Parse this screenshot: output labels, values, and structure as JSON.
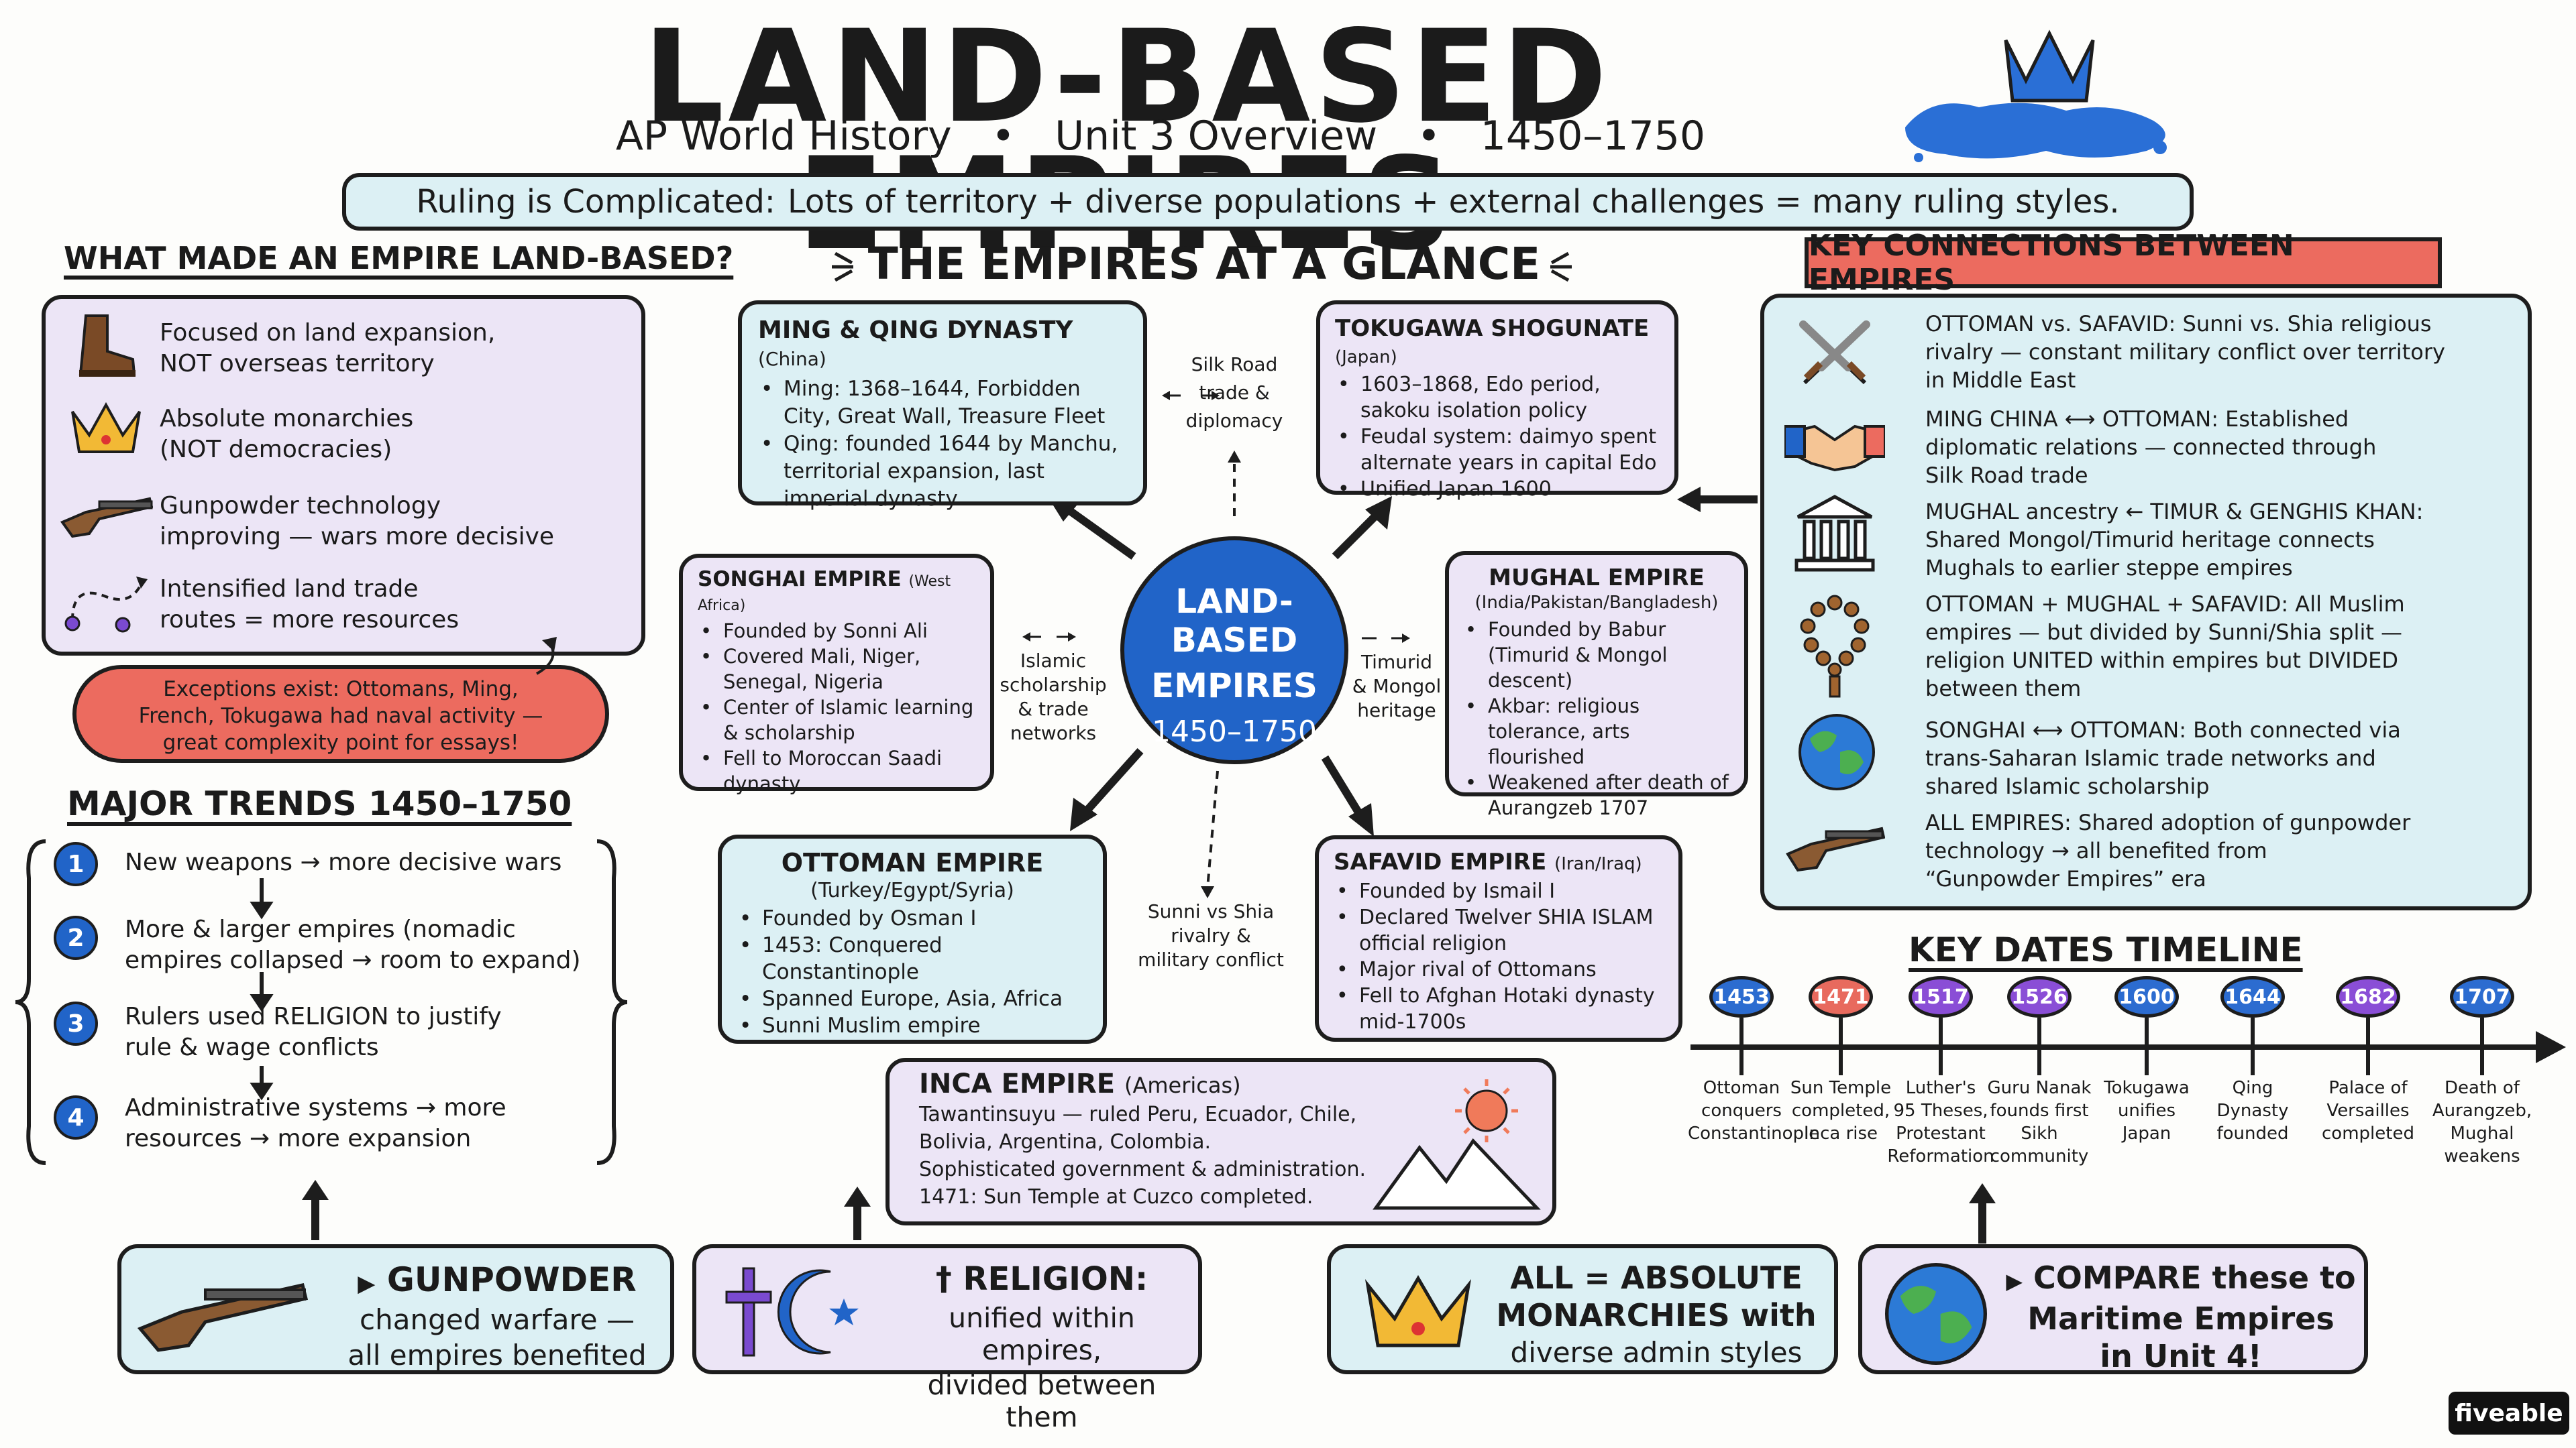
{
  "header": {
    "title": "LAND-BASED EMPIRES",
    "subtitle_course": "AP World History",
    "subtitle_unit": "Unit 3 Overview",
    "subtitle_dates": "1450–1750",
    "subtitle_sep": "•",
    "banner_label": "Ruling is Complicated:",
    "banner_text": "Lots of territory + diverse populations + external challenges = many ruling styles."
  },
  "land_based": {
    "heading": "WHAT MADE AN EMPIRE LAND-BASED?",
    "items": [
      {
        "icon": "boot-icon",
        "line1": "Focused on land expansion,",
        "line2": "NOT overseas territory"
      },
      {
        "icon": "crown-icon",
        "line1": "Absolute monarchies",
        "line2": "(NOT democracies)"
      },
      {
        "icon": "musket-icon",
        "line1": "Gunpowder technology",
        "line2": "improving — wars more decisive"
      },
      {
        "icon": "route-icon",
        "line1": "Intensified land trade",
        "line2": "routes = more resources"
      }
    ],
    "exception_line1": "Exceptions exist: Ottomans, Ming,",
    "exception_line2": "French, Tokugawa had naval activity —",
    "exception_line3": "great complexity point for essays!"
  },
  "trends": {
    "heading": "MAJOR TRENDS 1450–1750",
    "items": [
      {
        "num": "1",
        "line1": "New weapons → more decisive wars",
        "line2": ""
      },
      {
        "num": "2",
        "line1": "More & larger empires (nomadic",
        "line2": "empires collapsed → room to expand)"
      },
      {
        "num": "3",
        "line1": "Rulers used RELIGION to justify",
        "line2": "rule & wage conflicts"
      },
      {
        "num": "4",
        "line1": "Administrative systems → more",
        "line2": "resources → more expansion"
      }
    ]
  },
  "glance": {
    "heading": "THE EMPIRES AT A GLANCE",
    "center_line1": "LAND-BASED",
    "center_line2": "EMPIRES",
    "center_line3": "1450–1750",
    "ming": {
      "name": "MING & QING DYNASTY",
      "region": "(China)",
      "bullets": [
        "Ming: 1368–1644, Forbidden City, Great Wall, Treasure Fleet",
        "Qing: founded 1644 by Manchu, territorial expansion, last imperial dynasty"
      ]
    },
    "tokugawa": {
      "name": "TOKUGAWA SHOGUNATE",
      "region": "(Japan)",
      "bullets": [
        "1603–1868, Edo period, sakoku isolation policy",
        "Feudal system: daimyo spent alternate years in capital Edo",
        "Unified Japan 1600"
      ]
    },
    "songhai": {
      "name": "SONGHAI EMPIRE",
      "region": "(West Africa)",
      "bullets": [
        "Founded by Sonni Ali",
        "Covered Mali, Niger, Senegal, Nigeria",
        "Center of Islamic learning & scholarship",
        "Fell to Moroccan Saadi dynasty"
      ]
    },
    "mughal": {
      "name": "MUGHAL EMPIRE",
      "region": "(India/Pakistan/Bangladesh)",
      "bullets": [
        "Founded by Babur (Timurid & Mongol descent)",
        "Akbar: religious tolerance, arts flourished",
        "Weakened after death of Aurangzeb 1707"
      ]
    },
    "ottoman": {
      "name": "OTTOMAN EMPIRE",
      "region": "(Turkey/Egypt/Syria)",
      "bullets": [
        "Founded by Osman I",
        "1453: Conquered Constantinople",
        "Spanned Europe, Asia, Africa",
        "Sunni Muslim empire"
      ]
    },
    "safavid": {
      "name": "SAFAVID EMPIRE",
      "region": "(Iran/Iraq)",
      "bullets": [
        "Founded by Ismail I",
        "Declared Twelver SHIA ISLAM official religion",
        "Major rival of Ottomans",
        "Fell to Afghan Hotaki dynasty mid-1700s"
      ]
    },
    "inca": {
      "name": "INCA EMPIRE",
      "region": "(Americas)",
      "lines": [
        "Tawantinsuyu — ruled Peru, Ecuador, Chile,",
        "Bolivia, Argentina, Colombia.",
        "Sophisticated government & administration.",
        "1471: Sun Temple at Cuzco completed."
      ]
    },
    "note_silk": [
      "Silk Road",
      "trade &",
      "diplomacy"
    ],
    "note_islamic": [
      "Islamic",
      "scholarship",
      "& trade",
      "networks"
    ],
    "note_timurid": [
      "Timurid",
      "& Mongol",
      "heritage"
    ],
    "note_sunni": [
      "Sunni vs Shia",
      "rivalry &",
      "military conflict"
    ]
  },
  "connections": {
    "heading": "KEY CONNECTIONS BETWEEN EMPIRES",
    "items": [
      {
        "icon": "crossed-swords-icon",
        "lines": [
          "OTTOMAN vs. SAFAVID: Sunni vs. Shia religious",
          "rivalry — constant military conflict over territory",
          "in Middle East"
        ]
      },
      {
        "icon": "handshake-icon",
        "lines": [
          "MING CHINA ⟷ OTTOMAN: Established",
          "diplomatic relations — connected through",
          "Silk Road trade"
        ]
      },
      {
        "icon": "temple-icon",
        "lines": [
          "MUGHAL ancestry ← TIMUR & GENGHIS KHAN:",
          "Shared Mongol/Timurid heritage connects",
          "Mughals to earlier steppe empires"
        ]
      },
      {
        "icon": "prayer-beads-icon",
        "lines": [
          "OTTOMAN + MUGHAL + SAFAVID: All Muslim",
          "empires — but divided by Sunni/Shia split —",
          "religion UNITED within empires but DIVIDED",
          "between them"
        ]
      },
      {
        "icon": "globe-icon",
        "lines": [
          "SONGHAI ⟷ OTTOMAN: Both connected via",
          "trans-Saharan Islamic trade networks and",
          "shared Islamic scholarship"
        ]
      },
      {
        "icon": "musket-icon",
        "lines": [
          "ALL EMPIRES: Shared adoption of gunpowder",
          "technology → all benefited from",
          "“Gunpowder Empires” era"
        ]
      }
    ]
  },
  "timeline": {
    "heading": "KEY DATES TIMELINE",
    "events": [
      {
        "year": "1453",
        "color": "#2c6cd0",
        "lines": [
          "Ottoman",
          "conquers",
          "Constantinople"
        ]
      },
      {
        "year": "1471",
        "color": "#e86a5e",
        "lines": [
          "Sun Temple",
          "completed,",
          "Inca rise"
        ]
      },
      {
        "year": "1517",
        "color": "#8a4ed6",
        "lines": [
          "Luther's",
          "95 Theses,",
          "Protestant",
          "Reformation"
        ]
      },
      {
        "year": "1526",
        "color": "#8a4ed6",
        "lines": [
          "Guru Nanak",
          "founds first",
          "Sikh",
          "community"
        ]
      },
      {
        "year": "1600",
        "color": "#2c6cd0",
        "lines": [
          "Tokugawa",
          "unifies",
          "Japan"
        ]
      },
      {
        "year": "1644",
        "color": "#2c6cd0",
        "lines": [
          "Qing",
          "Dynasty",
          "founded"
        ]
      },
      {
        "year": "1682",
        "color": "#8a4ed6",
        "lines": [
          "Palace of",
          "Versailles",
          "completed"
        ]
      },
      {
        "year": "1707",
        "color": "#2c6cd0",
        "lines": [
          "Death of",
          "Aurangzeb,",
          "Mughal",
          "weakens"
        ]
      }
    ]
  },
  "bottom": {
    "gunpowder": {
      "title": "GUNPOWDER",
      "line1": "changed warfare —",
      "line2": "all empires benefited"
    },
    "religion": {
      "title": "RELIGION:",
      "line1": "unified within empires,",
      "line2": "divided between them"
    },
    "monarchies": {
      "line1": "ALL = ABSOLUTE",
      "line2": "MONARCHIES with",
      "line3": "diverse admin styles"
    },
    "compare": {
      "line1": "COMPARE these to",
      "line2": "Maritime Empires",
      "line3": "in Unit 4!"
    }
  },
  "brand": "fiveable"
}
